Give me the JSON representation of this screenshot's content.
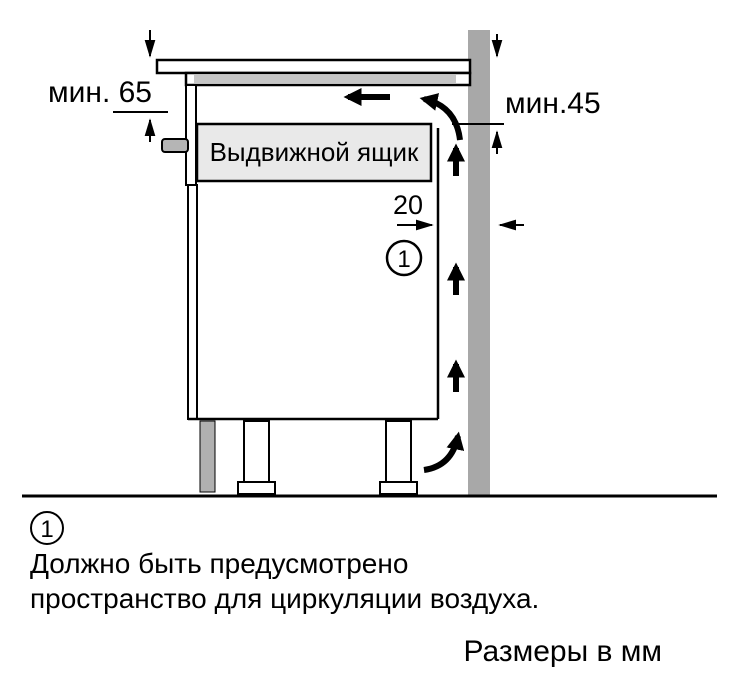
{
  "diagram": {
    "dim_min65": "мин. 65",
    "dim_min45": "мин.45",
    "dim_gap": "20",
    "callout": "1",
    "drawer_label": "Выдвижной ящик"
  },
  "footnote": {
    "callout": "1",
    "line1": "Должно быть предусмотрено",
    "line2": "пространство для циркуляции воздуха.",
    "units": "Размеры в мм"
  },
  "colors": {
    "wall": "#a8a8a8",
    "drawer_fill": "#e9e9e9",
    "plinth": "#b0b0b0",
    "seal": "#c6c6c6",
    "peg": "#b5b5b5",
    "line": "#000000",
    "background": "#ffffff"
  }
}
